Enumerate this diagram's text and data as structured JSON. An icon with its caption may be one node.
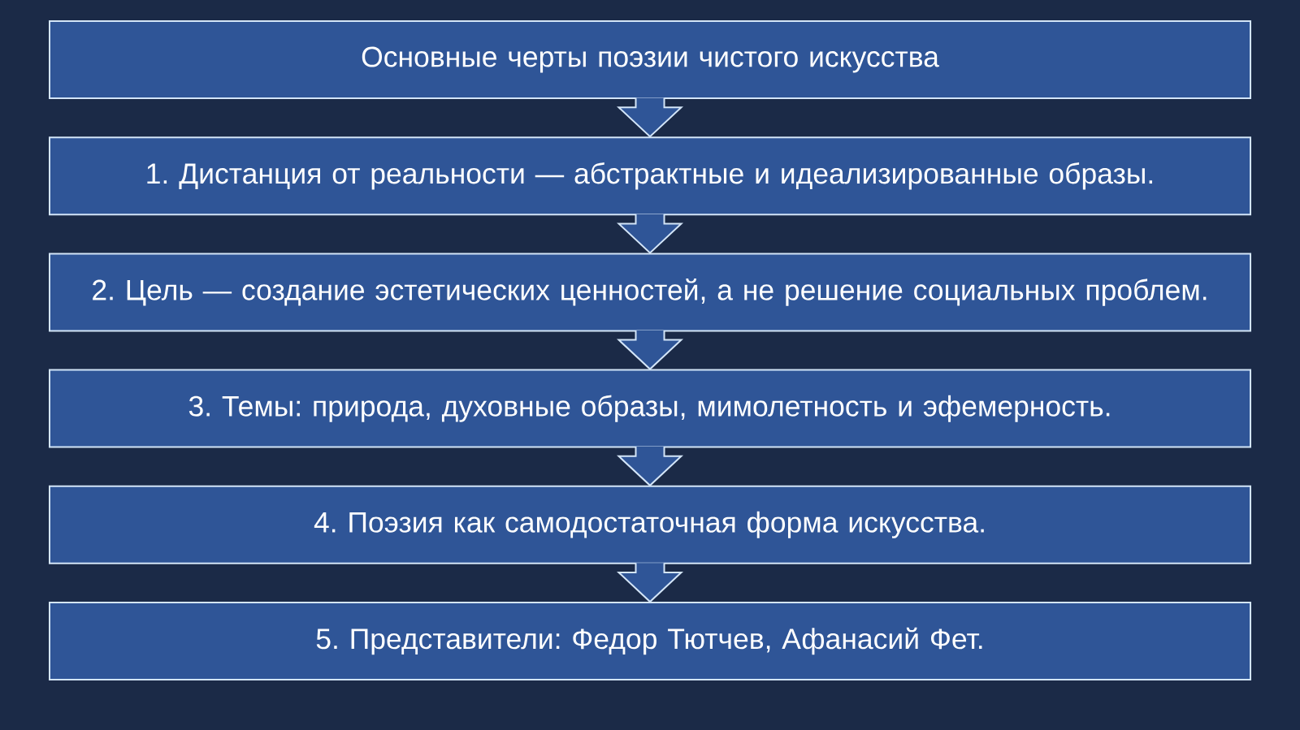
{
  "diagram": {
    "nodes": [
      {
        "text": [
          "Основные черты поэзии чистого искусства"
        ]
      },
      {
        "text": [
          "1. Дистанция от реальности — абстрактные и идеализированные образы."
        ]
      },
      {
        "text": [
          "2. Цель — создание эстетических ценностей, а не решение социальных проблем."
        ]
      },
      {
        "text": [
          "3. Темы: природа, духовные образы, мимолетность и эфемерность."
        ]
      },
      {
        "text": [
          "4. Поэзия как самодостаточная форма искусства."
        ]
      },
      {
        "text": [
          "5. Представители: Федор Тютчев, Афанасий Фет."
        ]
      }
    ],
    "edges": [
      {
        "from": 0,
        "to": 1,
        "arrow": "to"
      },
      {
        "from": 1,
        "to": 2,
        "arrow": "to"
      },
      {
        "from": 2,
        "to": 3,
        "arrow": "to"
      },
      {
        "from": 3,
        "to": 4,
        "arrow": "to"
      },
      {
        "from": 4,
        "to": 5,
        "arrow": "to"
      }
    ]
  }
}
